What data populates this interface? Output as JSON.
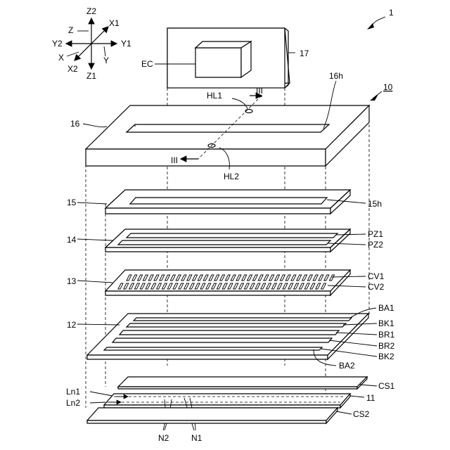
{
  "figure_number": "1",
  "axes": {
    "z2": "Z2",
    "z": "Z",
    "x1": "X1",
    "y2": "Y2",
    "y1": "Y1",
    "x": "X",
    "y": "Y",
    "x2": "X2",
    "z1": "Z1"
  },
  "labels": {
    "ec": "EC",
    "l17": "17",
    "l16h": "16h",
    "l10": "10",
    "hl1": "HL1",
    "iii_top": "III",
    "iii_bottom": "III",
    "l16": "16",
    "hl2": "HL2",
    "l15": "15",
    "l15h": "15h",
    "l14": "14",
    "pz1": "PZ1",
    "pz2": "PZ2",
    "l13": "13",
    "cv1": "CV1",
    "cv2": "CV2",
    "l12": "12",
    "ba1": "BA1",
    "bk1": "BK1",
    "br1": "BR1",
    "br2": "BR2",
    "bk2": "BK2",
    "ba2": "BA2",
    "cs1": "CS1",
    "ln1": "Ln1",
    "l11": "11",
    "ln2": "Ln2",
    "cs2": "CS2",
    "n2": "N2",
    "n1": "N1"
  }
}
